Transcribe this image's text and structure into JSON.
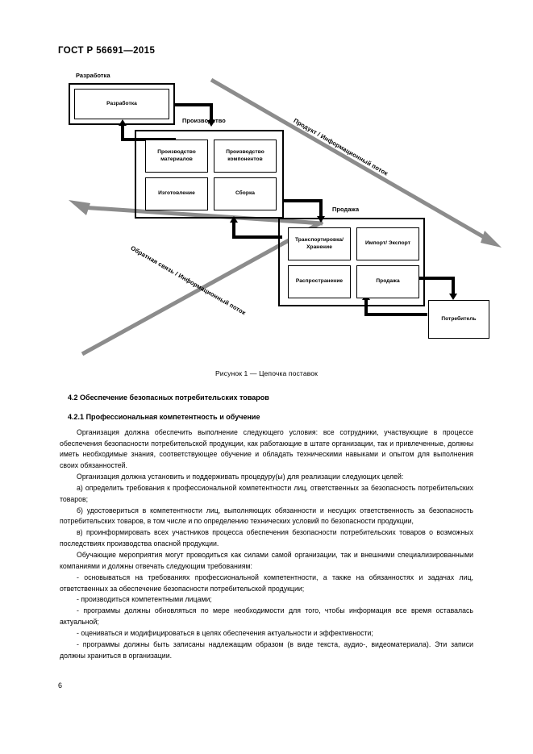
{
  "header": {
    "standard_id": "ГОСТ Р 56691—2015"
  },
  "figure": {
    "caption": "Рисунок 1 — Цепочка поставок",
    "groups": [
      {
        "label": "Разработка",
        "boxes": [
          "Разработка"
        ]
      },
      {
        "label": "Производство",
        "boxes": [
          "Производство материалов",
          "Производство компонентов",
          "Изготовление",
          "Сборка"
        ]
      },
      {
        "label": "Продажа",
        "boxes": [
          "Транспортировка/ Хранение",
          "Импорт/ Экспорт",
          "Распространение",
          "Продажа"
        ]
      }
    ],
    "standalone_boxes": [
      "Потребитель"
    ],
    "box_labels": {
      "development": "Разработка",
      "material_production": "Производство материалов",
      "component_production": "Производство компонентов",
      "manufacturing": "Изготовление",
      "assembly": "Сборка",
      "transport_storage": "Транспортировка/ Хранение",
      "import_export": "Импорт/ Экспорт",
      "distribution": "Распространение",
      "sale": "Продажа",
      "consumer": "Потребитель"
    },
    "group_labels": {
      "development": "Разработка",
      "production": "Производство",
      "sales": "Продажа"
    },
    "flows": [
      {
        "name": "forward",
        "label": "Продукт / Информационный поток",
        "color": "#8c8c8c",
        "direction": "down-right"
      },
      {
        "name": "feedback",
        "label": "Обратная связь / Информационный поток",
        "color": "#8c8c8c",
        "direction": "up-left"
      }
    ]
  },
  "content": {
    "heading_42": "4.2 Обеспечение безопасных потребительских товаров",
    "heading_421": "4.2.1 Профессиональная компетентность и обучение",
    "paragraphs": [
      "Организация должна обеспечить выполнение следующего условия: все сотрудники, участвующие в процессе обеспечения безопасности потребительской продукции, как работающие в штате организации, так и привлеченные, должны иметь необходимые знания, соответствующее обучение и обладать техническими навыками и опытом для выполнения своих обязанностей.",
      "Организация должна установить и поддерживать процедуру(ы) для реализации следующих целей:",
      "а) определить требования к профессиональной компетентности лиц, ответственных за безопасность потребительских товаров;",
      "б) удостовериться в компетентности лиц, выполняющих обязанности и несущих ответственность за безопасность потребительских товаров, в том числе и по определению технических условий по безопасности продукции,",
      "в) проинформировать всех участников процесса обеспечения безопасности потребительских товаров о возможных последствиях производства опасной продукции.",
      "Обучающие мероприятия могут проводиться как силами самой организации, так и внешними специализированными компаниями и должны отвечать следующим требованиям:",
      "- основываться на требованиях профессиональной компетентности, а также на обязанностях и задачах лиц, ответственных за обеспечение безопасности потребительской продукции;",
      "- производиться компетентными лицами;",
      "- программы должны обновляться по мере необходимости для того, чтобы информация все время оставалась актуальной;",
      "- оцениваться и модифицироваться в целях обеспечения актуальности и эффективности;",
      "- программы должны быть записаны надлежащим образом (в виде текста, аудио-, видеоматериала). Эти записи должны храниться в организации."
    ]
  },
  "footer": {
    "page_number": "6"
  }
}
